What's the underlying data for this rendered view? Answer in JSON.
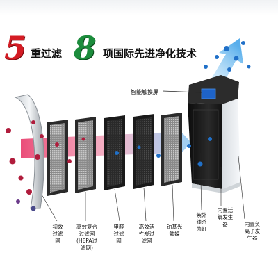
{
  "headline": {
    "number_a": "5",
    "text_a": "重过滤",
    "number_b": "8",
    "text_b": "项国际先进净化技术"
  },
  "callouts": {
    "touch_screen": "智能触摸屏"
  },
  "filter_labels": [
    "初效\n过滤\n网",
    "高效复合\n过滤网\n(HEPA过\n滤网)",
    "甲醛\n过滤\n网",
    "高效活\n性炭过\n滤网",
    "铂基光\n触媒"
  ],
  "machine_labels": [
    "紫外\n线杀\n菌灯",
    "内置活\n氧发生\n器",
    "内置负\n离子发\n生器"
  ],
  "colors": {
    "number_a": "#d41c24",
    "number_b": "#1c8c3c",
    "airflow_in": "#e83a6a",
    "airflow_out": "#3aa0e8",
    "particles": "#b01c3c",
    "clean_particles": "#2070c8",
    "machine_body": "#1a1a1a"
  }
}
